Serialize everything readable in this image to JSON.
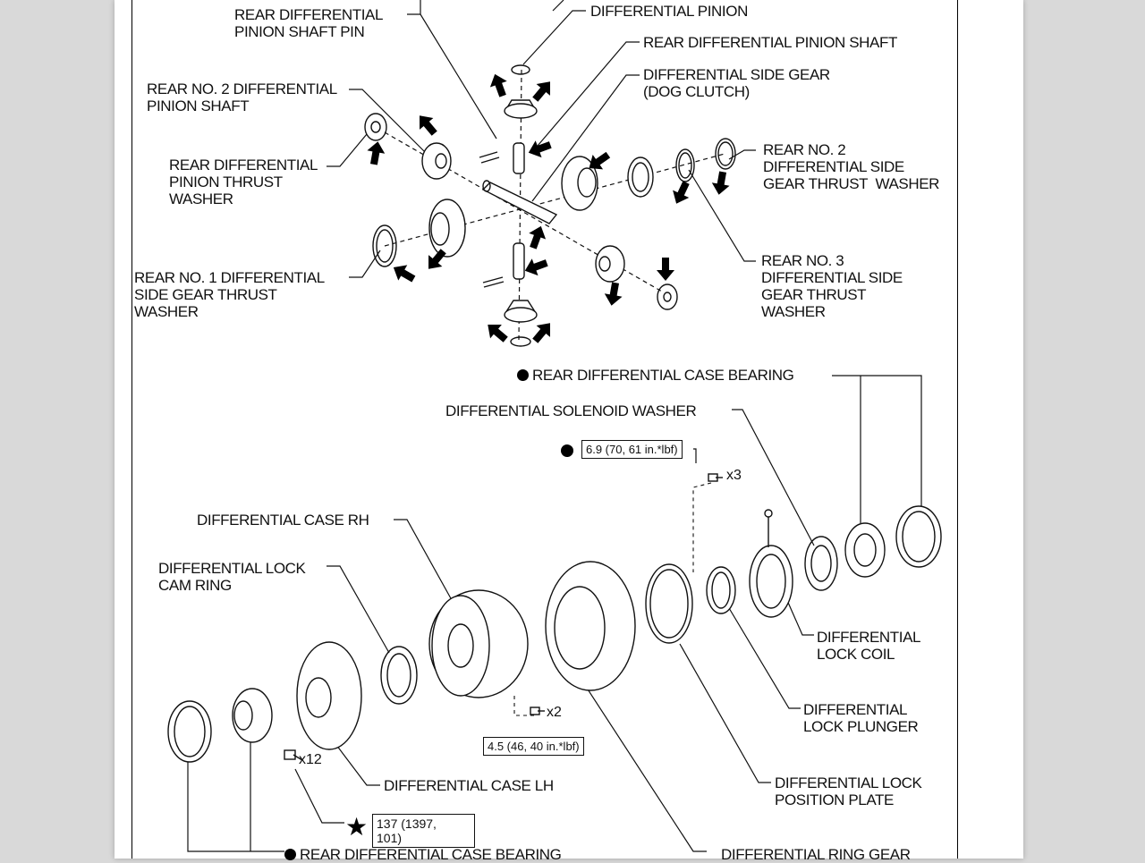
{
  "upper_labels": {
    "pinion_shaft_pin": "REAR DIFFERENTIAL\nPINION SHAFT PIN",
    "differential_pinion": "DIFFERENTIAL PINION",
    "rear_pinion_shaft": "REAR DIFFERENTIAL PINION SHAFT",
    "side_gear_dog": "DIFFERENTIAL SIDE GEAR\n(DOG CLUTCH)",
    "no2_pinion_shaft": "REAR NO. 2 DIFFERENTIAL\nPINION SHAFT",
    "pinion_thrust_washer": "REAR DIFFERENTIAL\nPINION THRUST\nWASHER",
    "no2_side_washer": "REAR NO. 2\nDIFFERENTIAL SIDE\nGEAR THRUST  WASHER",
    "no3_side_washer": "REAR NO. 3\nDIFFERENTIAL SIDE\nGEAR THRUST\nWASHER",
    "no1_side_washer": "REAR NO. 1 DIFFERENTIAL\nSIDE GEAR THRUST\nWASHER"
  },
  "lower_labels": {
    "case_bearing_top": "REAR DIFFERENTIAL CASE BEARING",
    "solenoid_washer": "DIFFERENTIAL SOLENOID WASHER",
    "case_rh": "DIFFERENTIAL CASE RH",
    "lock_cam_ring": "DIFFERENTIAL LOCK\nCAM RING",
    "lock_coil": "DIFFERENTIAL\nLOCK COIL",
    "lock_plunger": "DIFFERENTIAL\nLOCK PLUNGER",
    "lock_position_plate": "DIFFERENTIAL LOCK\nPOSITION PLATE",
    "case_lh": "DIFFERENTIAL CASE LH",
    "case_bearing_bottom": "REAR DIFFERENTIAL CASE BEARING",
    "ring_gear": "DIFFERENTIAL RING GEAR"
  },
  "torque_specs": {
    "solenoid_bolts": "6.9 (70, 61 in.*lbf)",
    "case_bolts": "4.5 (46, 40 in.*lbf)",
    "ring_gear_bolts": "137 (1397,\n101)"
  },
  "quantities": {
    "solenoid_bolts": "x3",
    "case_bolts": "x2",
    "ring_gear_bolts": "x12"
  },
  "symbols": {
    "bullet": "filled-dot-icon",
    "star": "star-icon"
  }
}
